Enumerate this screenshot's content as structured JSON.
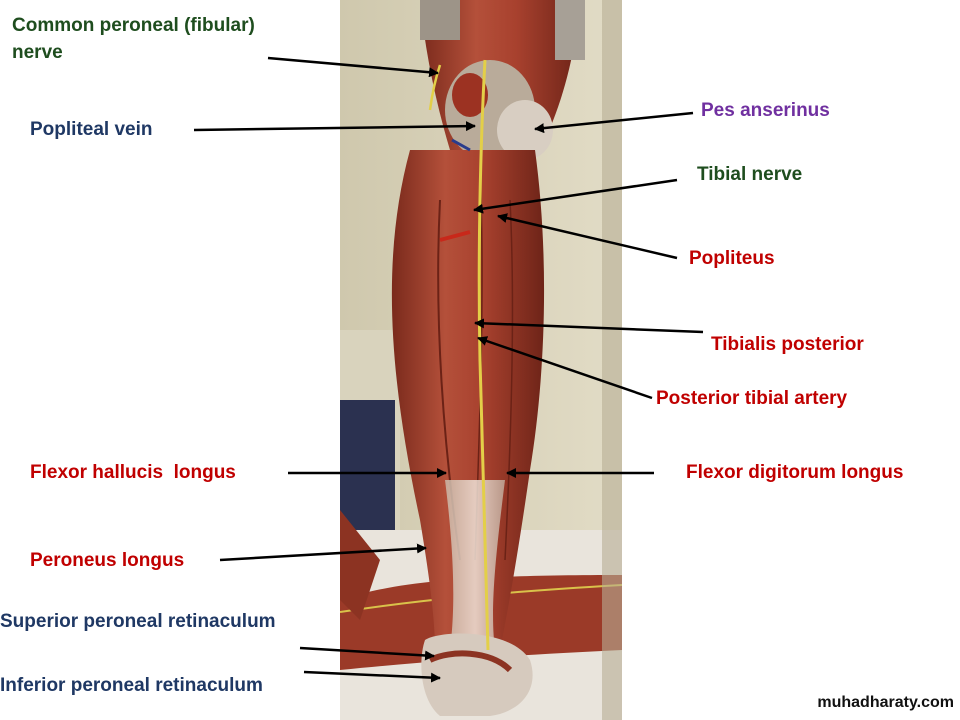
{
  "labels": [
    {
      "id": "common-peroneal",
      "lines": [
        "Common peroneal (fibular)",
        "nerve"
      ],
      "color": "green"
    },
    {
      "id": "popliteal-vein",
      "lines": [
        "Popliteal vein"
      ],
      "color": "navy"
    },
    {
      "id": "pes-anserinus",
      "lines": [
        "Pes anserinus"
      ],
      "color": "purple"
    },
    {
      "id": "tibial-nerve",
      "lines": [
        "Tibial nerve"
      ],
      "color": "green"
    },
    {
      "id": "popliteus",
      "lines": [
        "Popliteus"
      ],
      "color": "red"
    },
    {
      "id": "tibialis-posterior",
      "lines": [
        "Tibialis posterior"
      ],
      "color": "red"
    },
    {
      "id": "posterior-tibial-artery",
      "lines": [
        "Posterior tibial artery"
      ],
      "color": "red"
    },
    {
      "id": "flexor-hallucis-longus",
      "lines": [
        "Flexor hallucis  longus"
      ],
      "color": "red"
    },
    {
      "id": "flexor-digitorum-longus",
      "lines": [
        "Flexor digitorum longus"
      ],
      "color": "red"
    },
    {
      "id": "peroneus-longus",
      "lines": [
        "Peroneus longus"
      ],
      "color": "red"
    },
    {
      "id": "superior-peroneal-retinaculum",
      "lines": [
        "Superior peroneal retinaculum"
      ],
      "color": "navy"
    },
    {
      "id": "inferior-peroneal-retinaculum",
      "lines": [
        "Inferior peroneal retinaculum"
      ],
      "color": "navy"
    }
  ],
  "watermark": "muhadharaty.com",
  "colors": {
    "green": "#1e4d1e",
    "navy": "#1f3864",
    "red": "#c00000",
    "purple": "#7030a0",
    "arrow": "#000000"
  }
}
